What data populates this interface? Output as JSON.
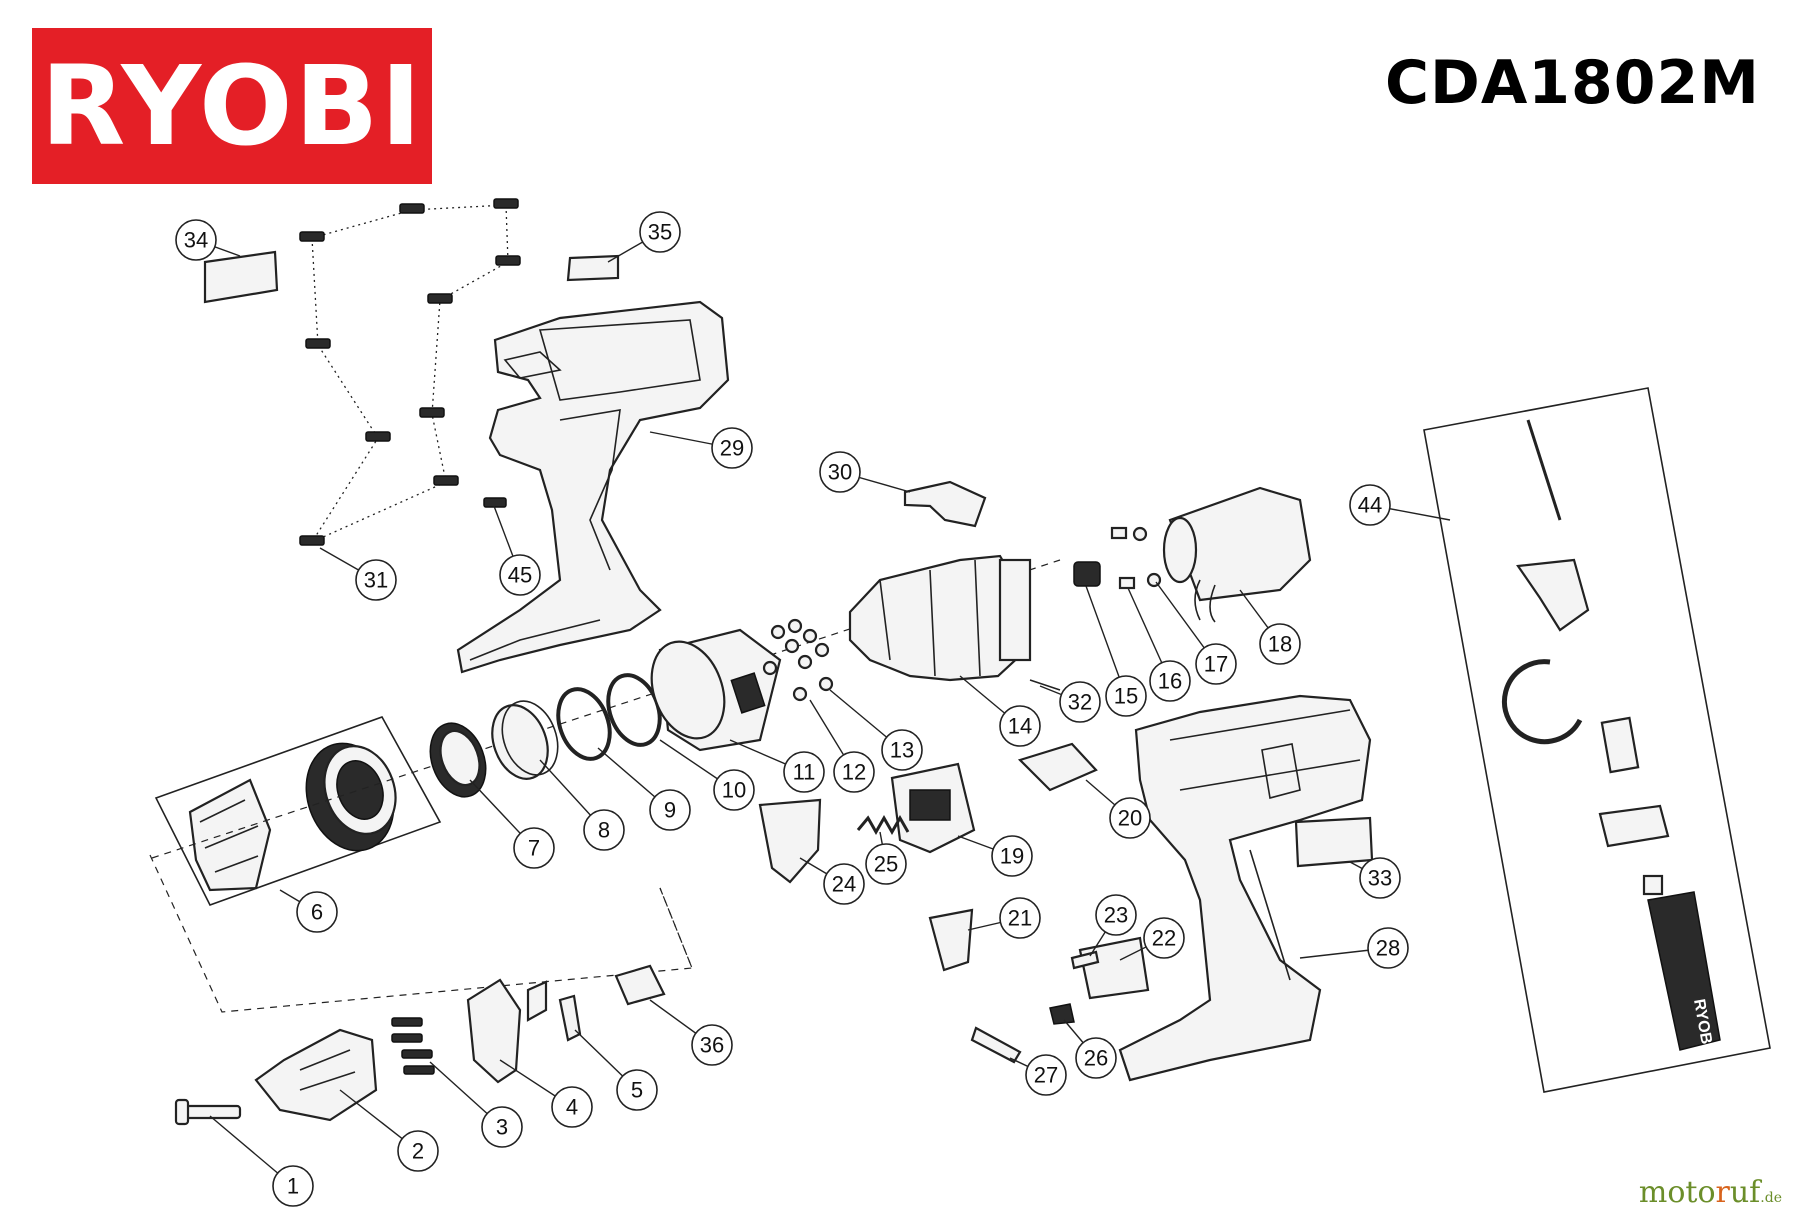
{
  "brand": {
    "logo_text": "RYOBI",
    "color": "#e41f26"
  },
  "model": "CDA1802M",
  "watermark": {
    "main": "moto",
    "accent": "r",
    "rest": "uf",
    "tld": ".de"
  },
  "callouts": [
    {
      "label": "1"
    },
    {
      "label": "2"
    },
    {
      "label": "3"
    },
    {
      "label": "4"
    },
    {
      "label": "5"
    },
    {
      "label": "6"
    },
    {
      "label": "7"
    },
    {
      "label": "8"
    },
    {
      "label": "9"
    },
    {
      "label": "10"
    },
    {
      "label": "11"
    },
    {
      "label": "12"
    },
    {
      "label": "13"
    },
    {
      "label": "14"
    },
    {
      "label": "15"
    },
    {
      "label": "16"
    },
    {
      "label": "17"
    },
    {
      "label": "18"
    },
    {
      "label": "19"
    },
    {
      "label": "20"
    },
    {
      "label": "21"
    },
    {
      "label": "22"
    },
    {
      "label": "23"
    },
    {
      "label": "24"
    },
    {
      "label": "25"
    },
    {
      "label": "26"
    },
    {
      "label": "27"
    },
    {
      "label": "28"
    },
    {
      "label": "29"
    },
    {
      "label": "30"
    },
    {
      "label": "31"
    },
    {
      "label": "32"
    },
    {
      "label": "33"
    },
    {
      "label": "34"
    },
    {
      "label": "35"
    },
    {
      "label": "36"
    },
    {
      "label": "44"
    },
    {
      "label": "45"
    }
  ],
  "icons": {
    "chuck_emboss": "RYOBI"
  }
}
